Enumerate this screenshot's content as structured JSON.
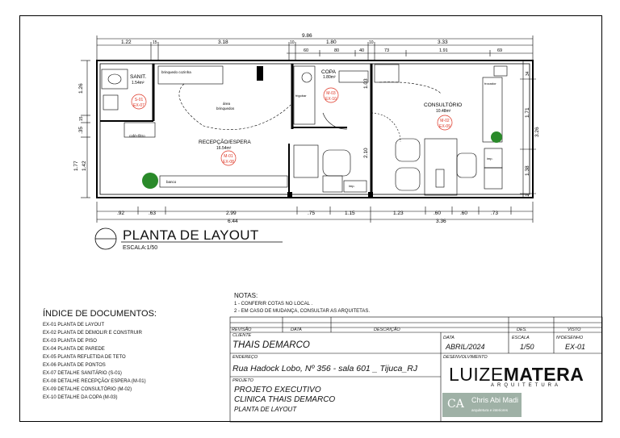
{
  "plan": {
    "overall_dim": "9.86",
    "top_dims": [
      "1.22",
      "15",
      "3.18",
      "10",
      "1.80",
      "10",
      "3.33"
    ],
    "top_sub_dims": [
      "60",
      "80",
      "40",
      "73",
      "1.91",
      "69"
    ],
    "bottom_dims": [
      ".92",
      ".63",
      "2.99",
      ".75",
      "1.15",
      "1.23",
      ".60",
      ".60",
      ".73"
    ],
    "bottom_totals": [
      "6.44",
      "3.36"
    ],
    "left_dims": [
      "1.26",
      "15",
      ".35",
      "1.77",
      "1.42"
    ],
    "right_dims": [
      "34",
      "1.71",
      "3.26",
      "1.38",
      "12"
    ],
    "mid_dims": [
      "1.03",
      "2.10"
    ],
    "rooms": {
      "sanit_name": "SANIT.",
      "sanit_area": "1.54m²",
      "copa_name": "COPA",
      "copa_area": "1.80m²",
      "recep_name": "RECEPÇÃO/ESPERA",
      "recep_area": "16.54m²",
      "consult_name": "CONSULTÓRIO",
      "consult_area": "10.48m²",
      "brinq_area_1": "área",
      "brinq_area_2": "brinquedos",
      "brinquedo_cozinha": "brinquedo cozinha",
      "cafe_filtro": "café+filtro",
      "banco": "banco",
      "armario": "frigobar",
      "trocador": "trocador",
      "imp": "imp."
    },
    "tags": [
      {
        "top": "S-01",
        "bot": "EX-07"
      },
      {
        "top": "M-03",
        "bot": "EX-10"
      },
      {
        "top": "M-02",
        "bot": "EX-09"
      },
      {
        "top": "M-01",
        "bot": "EX-08"
      }
    ]
  },
  "title": "PLANTA DE LAYOUT",
  "scale": "ESCALA:1/50",
  "notes": {
    "heading": "NOTAS:",
    "items": [
      "1 - CONFERIR COTAS NO LOCAL .",
      "2 - EM CASO DE MUDANÇA, CONSULTAR AS ARQUITETAS."
    ]
  },
  "index": {
    "heading": "ÍNDICE DE DOCUMENTOS:",
    "items": [
      "EX-01  PLANTA DE LAYOUT",
      "EX-02  PLANTA  DE DEMOLIR E CONSTRUIR",
      "EX-03  PLANTA DE PISO",
      "EX-04  PLANTA DE PAREDE",
      "EX-05  PLANTA REFLETIDA DE TETO",
      "EX-06  PLANTA DE PONTOS",
      "EX-07  DETALHE SANITÁRIO (S-01)",
      "EX-08  DETALHE RECEPÇÃO/ ESPERA (M-01)",
      "EX-09  DETALHE CONSULTÓRIO (M-02)",
      "EX-10  DETALHE DA COPA (M-03)"
    ]
  },
  "title_block": {
    "hdr_revisao": "REVISÃO",
    "hdr_data": "DATA",
    "hdr_descricao": "DESCRIÇÃO",
    "hdr_des": "DES.",
    "hdr_visto": "VISTO",
    "cliente_label": "CLIENTE",
    "cliente": "THAIS DEMARCO",
    "data_label": "DATA",
    "data": "ABRIL/2024",
    "escala_label": "ESCALA",
    "escala": "1/50",
    "desenho_label": "NºDESENHO",
    "desenho": "EX-01",
    "endereco_label": "ENDEREÇO",
    "endereco": "Rua Hadock Lobo, Nº 356 - sala 601 _ Tijuca_RJ",
    "desenv_label": "DESENVOLVIMENTO",
    "projeto_label": "PROJETO",
    "projeto_1": "PROJETO EXECUTIVO",
    "projeto_2": "CLINICA THAIS DEMARCO",
    "projeto_3": "PLANTA DE LAYOUT",
    "logo_luize": "LUIZE",
    "logo_matera": "MATERA",
    "logo_arq": "ARQUITETURA",
    "logo_chris_mark": "CA",
    "logo_chris": "Chris Abi Madi",
    "logo_chris_sub": "arquitetura e interiores"
  }
}
